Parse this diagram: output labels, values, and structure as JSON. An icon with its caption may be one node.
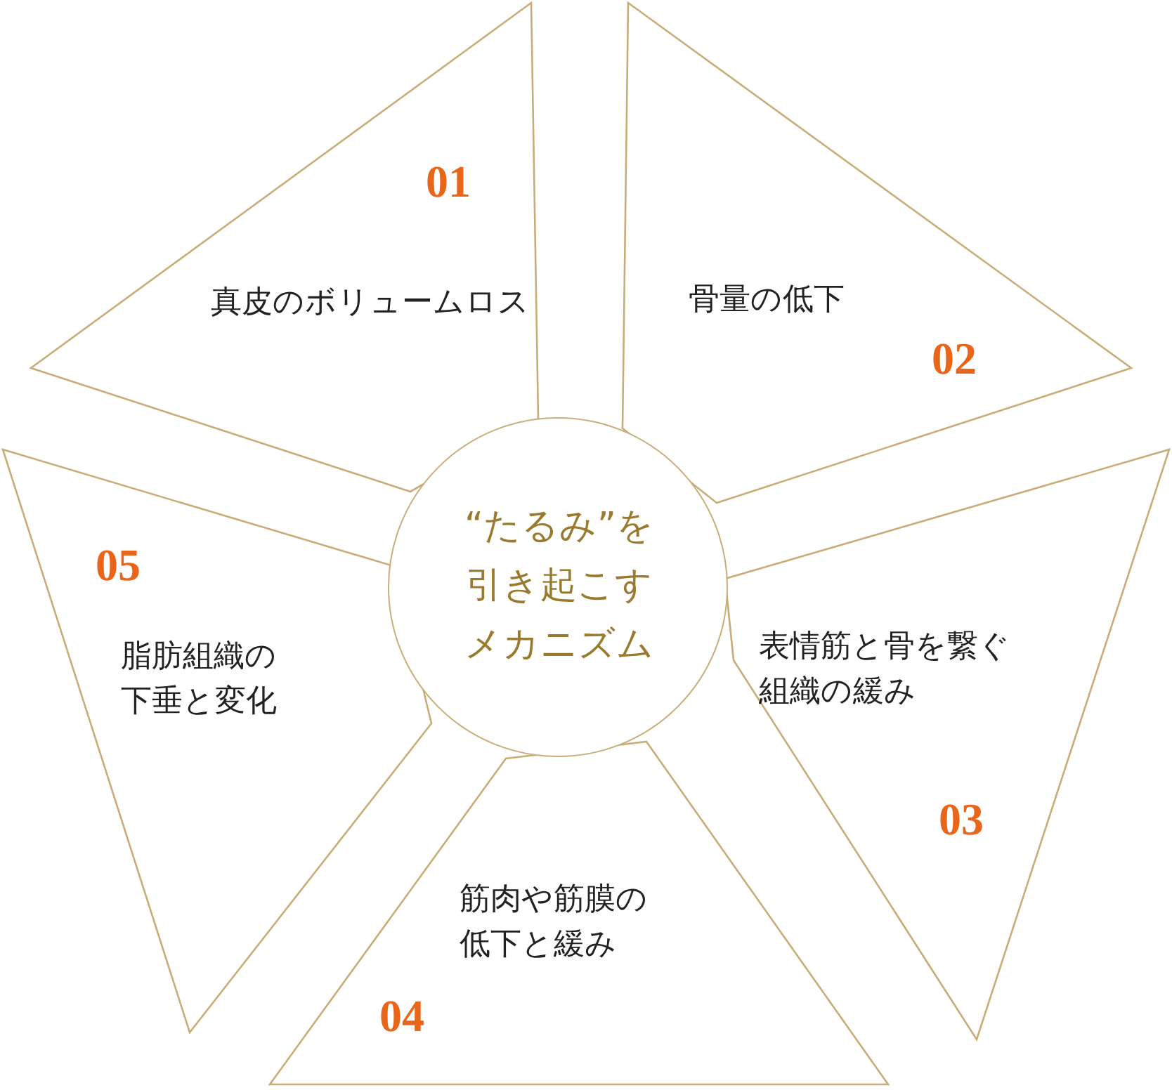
{
  "diagram": {
    "nodes": [
      {
        "text": [
          "01",
          "真皮のボリュームロス"
        ]
      },
      {
        "text": [
          "骨量の低下",
          "02"
        ]
      },
      {
        "text": [
          "表情筋と骨を繋ぐ組織の緩み",
          "03"
        ]
      },
      {
        "text": [
          "筋肉や筋膜の低下と緩み",
          "04"
        ]
      },
      {
        "text": [
          "05",
          "脂肪組織の下垂と変化"
        ]
      },
      {
        "text": [
          "“たるみ”を引き起こすメカニズム"
        ]
      }
    ]
  }
}
